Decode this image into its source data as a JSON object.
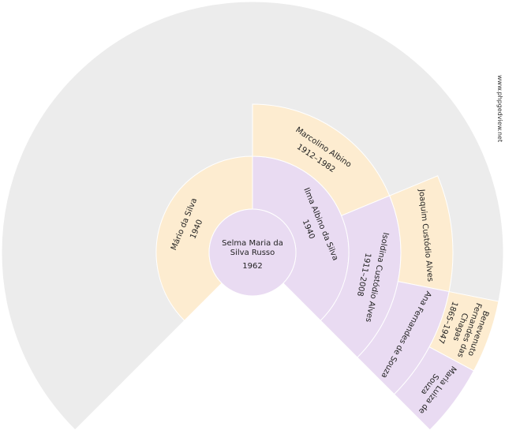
{
  "watermark": "www.phpgedview.net",
  "colors": {
    "background_ring": "#ececec",
    "male": "#fdecd0",
    "female": "#e9dbf2",
    "stroke": "#ffffff"
  },
  "persons": {
    "root": {
      "lines": [
        "Selma Maria da",
        "Silva Russo"
      ],
      "date": "1962",
      "sex": "female"
    },
    "father": {
      "lines": [
        "Mário da Silva"
      ],
      "date": "1940",
      "sex": "male"
    },
    "mother": {
      "lines": [
        "Ilma Albino da Silva"
      ],
      "date": "1940",
      "sex": "female"
    },
    "mother_father": {
      "lines": [
        "Marcolino Albino"
      ],
      "date": "1912–1982",
      "sex": "male"
    },
    "mother_mother": {
      "lines": [
        "Isoldina Custódio Alves"
      ],
      "date": "1911–2008",
      "sex": "female"
    },
    "mm_father": {
      "lines": [
        "Joaquim Custódio Alves"
      ],
      "date": "",
      "sex": "male"
    },
    "mm_mother": {
      "lines": [
        "Ana Fernandes de Souza"
      ],
      "date": "",
      "sex": "female"
    },
    "mmm_father": {
      "lines": [
        "Benevenuto",
        "Fernandes das",
        "Chagas"
      ],
      "date": "1865–1947",
      "sex": "male"
    },
    "mmm_mother": {
      "lines": [
        "Maria Luiza de",
        "Souza"
      ],
      "date": "",
      "sex": "female"
    }
  }
}
